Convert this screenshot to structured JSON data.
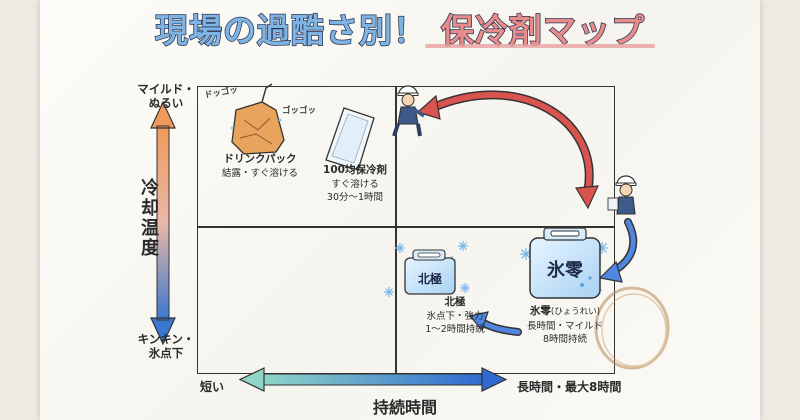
{
  "title": {
    "part1": "現場の過酷さ別！",
    "part2": "保冷剤マップ"
  },
  "y_axis": {
    "top_label": "マイルド・\nぬるい",
    "title": "冷却温度",
    "bottom_label": "キンキン・\n氷点下"
  },
  "x_axis": {
    "left_label": "短い",
    "right_label": "長時間・最大8時間",
    "title": "持続時間"
  },
  "items": {
    "drink_pack": {
      "name": "ドリンクパック",
      "desc": "結露・すぐ溶ける",
      "sound_1": "ドッゴッ",
      "sound_2": "ゴッゴッ"
    },
    "hundred_yen": {
      "name": "100均保冷剤",
      "desc1": "すぐ溶ける",
      "desc2": "30分〜1時間"
    },
    "hokkyoku": {
      "pack_label": "北極",
      "name": "北極",
      "desc1": "氷点下・強力",
      "desc2": "1〜2時間持続"
    },
    "hyorei": {
      "pack_label": "氷零",
      "name": "氷零",
      "reading": "(ひょうれい)",
      "desc1": "長時間・マイルド",
      "desc2": "8時間持続"
    }
  },
  "colors": {
    "title_blue": "#7fb3e3",
    "title_red": "#e78b8b",
    "arrow_red": "#d9534f",
    "arrow_blue": "#3a6fd8",
    "axis_warm": "#f0a060",
    "axis_cool": "#3a78d0"
  },
  "icons": [
    "worker-icon",
    "snowflake-icon",
    "drink-pack-icon",
    "gel-pack-icon",
    "ice-pack-icon"
  ]
}
